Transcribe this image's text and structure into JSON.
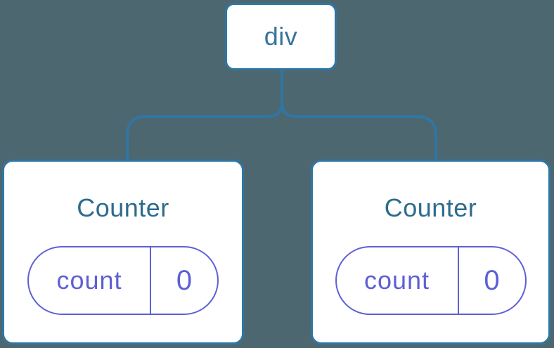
{
  "colors": {
    "background": "#4D6771",
    "node_border": "#2F76A3",
    "node_fill": "#FFFFFF",
    "root_label": "#38749E",
    "component_title": "#2D6B8E",
    "state": "#5E60D4"
  },
  "tree": {
    "root": {
      "label": "div"
    },
    "children": [
      {
        "title": "Counter",
        "state_key": "count",
        "state_value": "0"
      },
      {
        "title": "Counter",
        "state_key": "count",
        "state_value": "0"
      }
    ]
  }
}
